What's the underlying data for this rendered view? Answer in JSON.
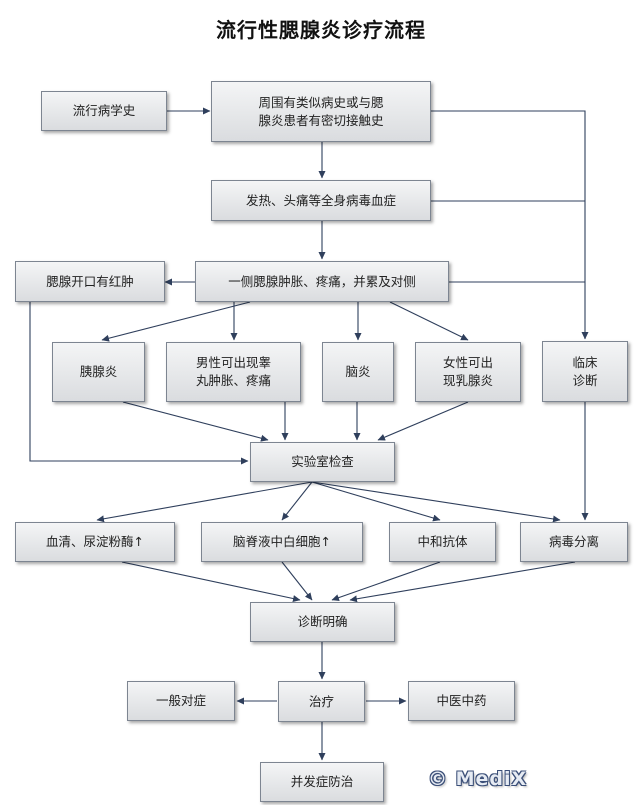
{
  "title": "流行性腮腺炎诊疗流程",
  "nodes": {
    "epi_history": "流行病学史",
    "contact": "周围有类似病史或与腮\n腺炎患者有密切接触史",
    "fever": "发热、头痛等全身病毒血症",
    "duct": "腮腺开口有红肿",
    "swelling": "一侧腮腺肿胀、疼痛，并累及对侧",
    "pancreatitis": "胰腺炎",
    "orchitis": "男性可出现睾\n丸肿胀、疼痛",
    "encephalitis": "脑炎",
    "mastitis": "女性可出\n现乳腺炎",
    "clinical": "临床\n诊断",
    "lab": "实验室检查",
    "amylase": "血清、尿淀粉酶↑",
    "csf": "脑脊液中白细胞↑",
    "antibody": "中和抗体",
    "virus": "病毒分离",
    "diagnosis": "诊断明确",
    "general": "一般对症",
    "treatment": "治疗",
    "tcm": "中医中药",
    "complication": "并发症防治"
  },
  "watermark": "© MediX",
  "colors": {
    "arrow": "#2f3f5c",
    "box_border": "#7d8591"
  }
}
